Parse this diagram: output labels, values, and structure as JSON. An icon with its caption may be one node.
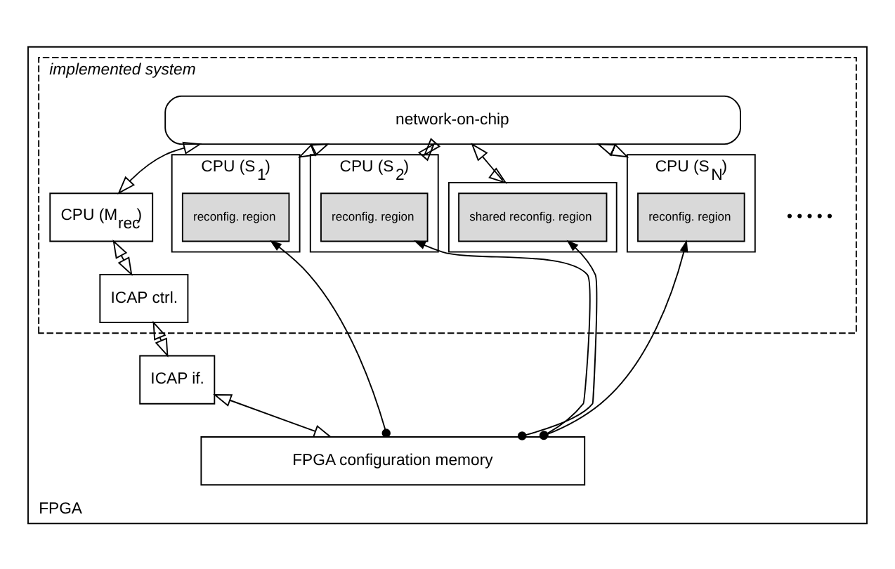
{
  "diagram": {
    "nodes": [
      {
        "text": [
          "FPGA"
        ]
      },
      {
        "text": [
          "implemented system"
        ],
        "in": 0
      },
      {
        "text": [
          "network-on-chip"
        ],
        "in": 1
      },
      {
        "text": [
          "CPU (M$_{rec}$)"
        ],
        "in": 1
      },
      {
        "text": [
          "ICAP ctrl."
        ],
        "in": 1
      },
      {
        "text": [
          "ICAP if."
        ],
        "in": 0
      },
      {
        "text": [
          "CPU (S$_{1}$)"
        ],
        "in": 1
      },
      {
        "text": [
          "reconfig. region"
        ],
        "in": 6
      },
      {
        "text": [
          "CPU (S$_{2}$)"
        ],
        "in": 1
      },
      {
        "text": [
          "reconfig. region"
        ],
        "in": 8
      },
      {
        "text": [],
        "shape": "box",
        "in": 1
      },
      {
        "text": [
          "shared reconfig. region"
        ],
        "in": 10
      },
      {
        "text": [
          "CPU (S$_{N}$)"
        ],
        "in": 1
      },
      {
        "text": [
          "reconfig. region"
        ],
        "in": 12
      },
      {
        "text": [
          "FPGA configuration memory"
        ],
        "in": 0
      }
    ],
    "edges": [
      {
        "from": 2,
        "to": 3,
        "arrow": "both"
      },
      {
        "from": 2,
        "to": 6,
        "arrow": "both"
      },
      {
        "from": 2,
        "to": 8,
        "arrow": "both"
      },
      {
        "from": 2,
        "to": 10,
        "arrow": "both"
      },
      {
        "from": 2,
        "to": 12,
        "arrow": "both"
      },
      {
        "from": 3,
        "to": 4,
        "arrow": "both"
      },
      {
        "from": 4,
        "to": 5,
        "arrow": "both"
      },
      {
        "from": 5,
        "to": 14,
        "arrow": "both"
      },
      {
        "from": 14,
        "to": 7,
        "arrow": "to"
      },
      {
        "from": 14,
        "to": 9,
        "arrow": "to"
      },
      {
        "from": 14,
        "to": 11,
        "arrow": "to"
      },
      {
        "from": 14,
        "to": 13,
        "arrow": "to"
      }
    ],
    "labels": [
      "• • • • •"
    ]
  }
}
